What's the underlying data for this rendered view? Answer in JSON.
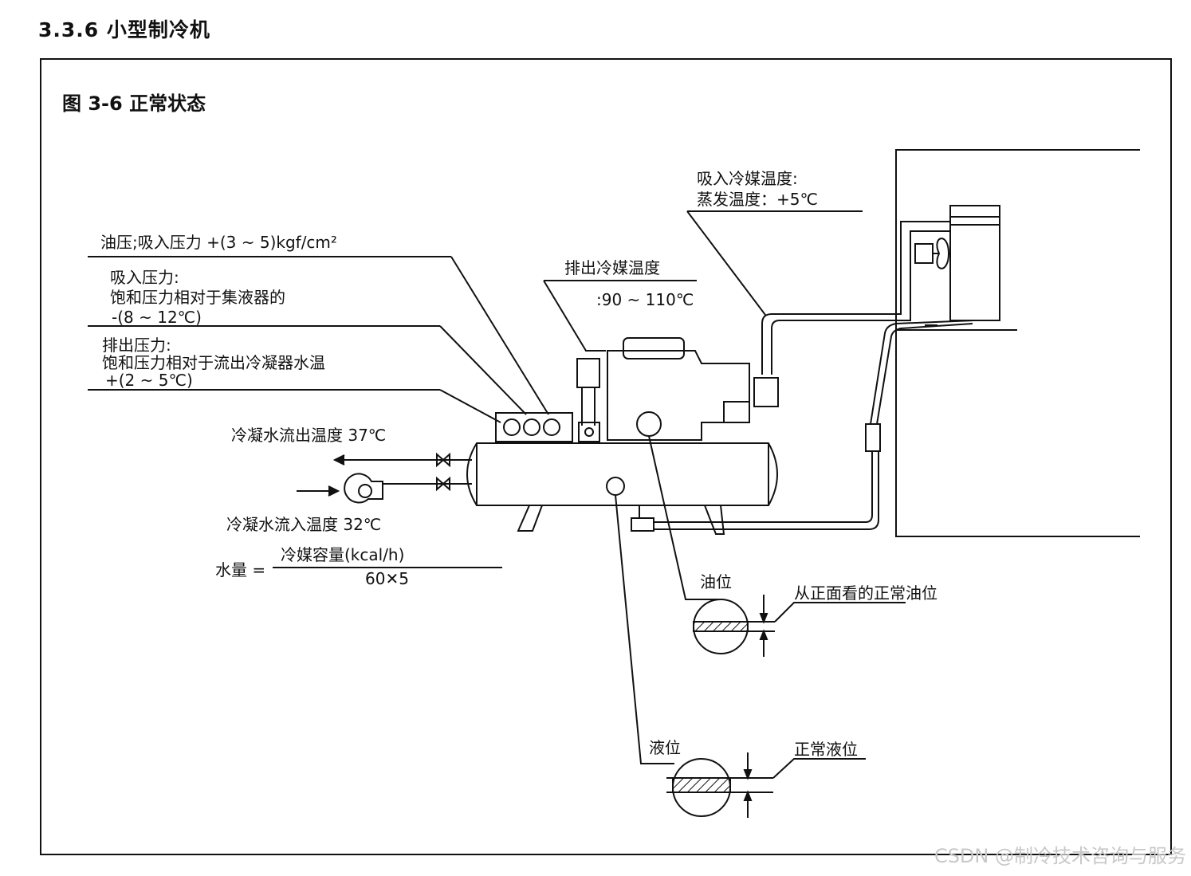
{
  "section_title": "3.3.6 小型制冷机",
  "figure_title": "图 3-6 正常状态",
  "labels": {
    "suction_temp": "吸入冷媒温度:",
    "evap_temp": "蒸发温度：+5℃",
    "discharge_temp_title": "排出冷媒温度",
    "discharge_temp_value": ":90 ~ 110℃",
    "oil_pressure": "油压;吸入压力 +(3 ~ 5)kgf/cm²",
    "suction_pressure_1": "吸入压力:",
    "suction_pressure_2": "饱和压力相对于集液器的",
    "suction_pressure_3": "-(8 ~ 12℃)",
    "discharge_pressure_1": "排出压力:",
    "discharge_pressure_2": "饱和压力相对于流出冷凝器水温",
    "discharge_pressure_3": "+(2 ~ 5℃)",
    "cond_water_out": "冷凝水流出温度 37℃",
    "cond_water_in": "冷凝水流入温度 32℃",
    "water_flow_label": "水量 =",
    "water_flow_numerator": "冷媒容量(kcal/h)",
    "water_flow_denominator": "60✕5",
    "oil_level": "油位",
    "oil_level_normal": "从正面看的正常油位",
    "liquid_level": "液位",
    "liquid_level_normal": "正常液位"
  },
  "watermark": "CSDN @制冷技术咨询与服务"
}
